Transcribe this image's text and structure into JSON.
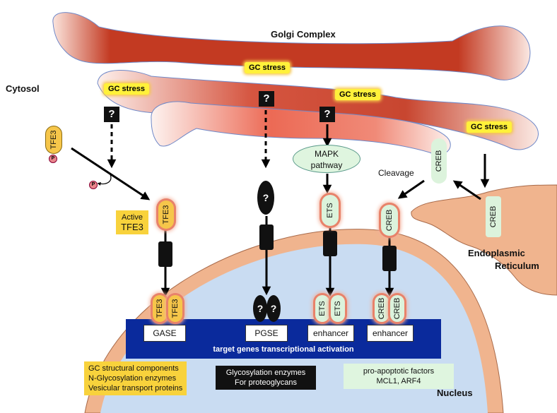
{
  "labels": {
    "golgi": "Golgi Complex",
    "cytosol": "Cytosol",
    "nucleus": "Nucleus",
    "er_line1": "Endoplasmic",
    "er_line2": "Reticulum",
    "cleavage": "Cleavage",
    "active_tfe3_line1": "Active",
    "active_tfe3_line2": "TFE3",
    "transcription_bar": "target genes transcriptional activation"
  },
  "gc_stress": {
    "top": "GC stress",
    "left": "GC stress",
    "mid": "GC stress",
    "right": "GC stress"
  },
  "question_mark": "?",
  "phospho": "P",
  "proteins": {
    "tfe3": "TFE3",
    "ets": "ETS",
    "creb": "CREB"
  },
  "mapk": {
    "line1": "MAPK",
    "line2": "pathway"
  },
  "elements": {
    "gase": "GASE",
    "pgse": "PGSE",
    "enhancer_ets": "enhancer",
    "enhancer_creb": "enhancer"
  },
  "outputs": {
    "gase_line1": "GC structural components",
    "gase_line2": "N-Glycosylation enzymes",
    "gase_line3": "Vesicular transport proteins",
    "pgse_line1": "Glycosylation enzymes",
    "pgse_line2": "For proteoglycans",
    "creb_line1": "pro-apoptotic factors",
    "creb_line2": "MCL1, ARF4"
  },
  "colors": {
    "golgi_red": "#c8402a",
    "nucleus_fill": "#c9dcf2",
    "nuclear_envelope": "#f0b48e",
    "transcription_bar": "#0a2a9c",
    "gc_stress_yellow": "#fff13a",
    "tfe3_yellow": "#f6c64a",
    "green_box": "#dff5df"
  }
}
